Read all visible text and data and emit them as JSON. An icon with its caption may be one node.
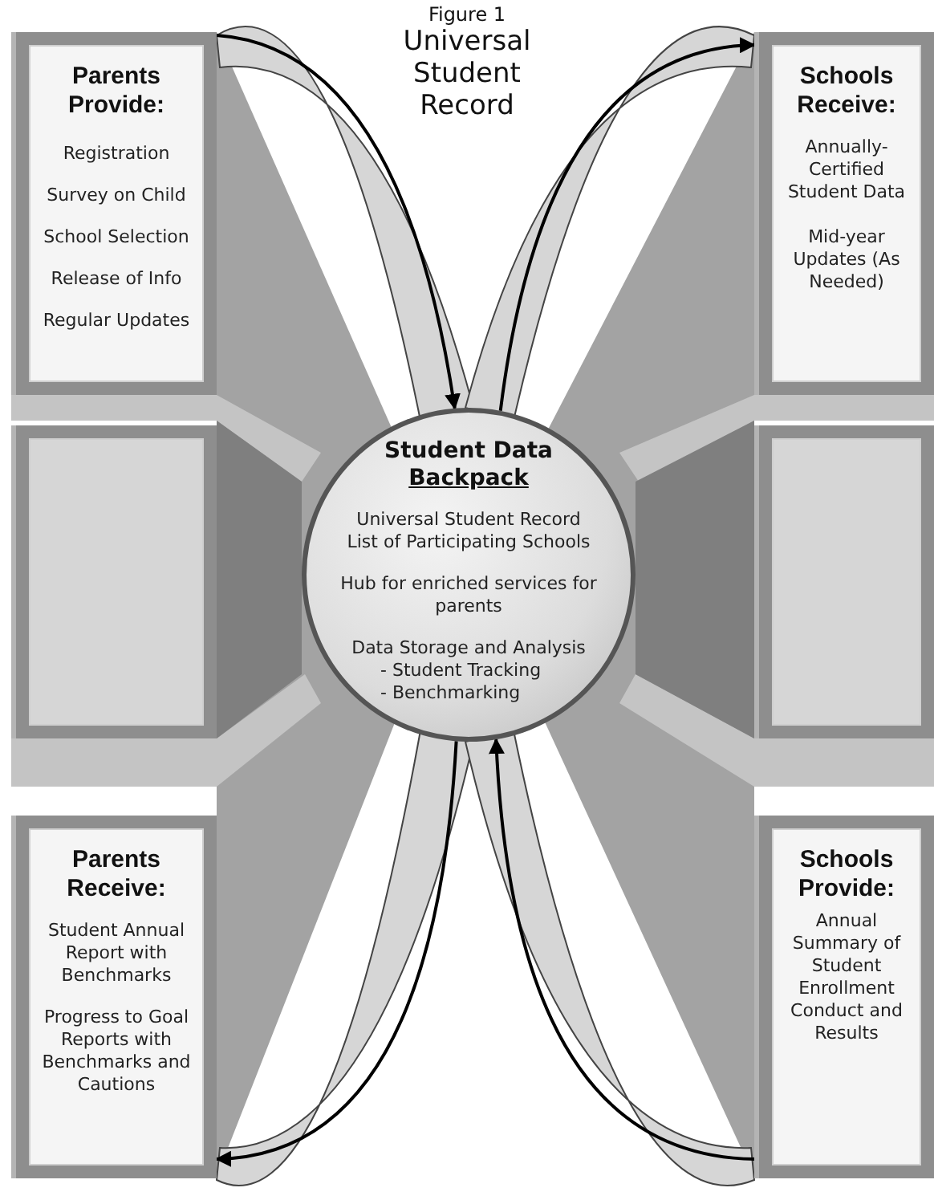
{
  "diagram": {
    "title": "Universal Student Record",
    "nodes": [
      {
        "text": [
          "Parents Provide:",
          "Registration",
          "Survey on Child",
          "School Selection",
          "Release of Info",
          "Regular Updates"
        ]
      },
      {
        "text": [
          "Schools Receive:",
          "Annually-Certified Student Data",
          "Mid-year Updates (As Needed)"
        ]
      },
      {
        "text": [],
        "shape": "box"
      },
      {
        "text": [
          "Student Data",
          "Backpack",
          "Universal Student Record",
          "List of Participating Schools",
          "Hub for enriched services for parents",
          "Data Storage and Analysis",
          "- Student Tracking",
          "- Benchmarking"
        ]
      },
      {
        "text": [],
        "shape": "box"
      },
      {
        "text": [
          "Parents Receive:",
          "Student Annual Report with Benchmarks",
          "Progress to Goal Reports with Benchmarks and Cautions"
        ]
      },
      {
        "text": [
          "Schools Provide:",
          "Annual Summary of Student Enrollment Conduct and Results"
        ]
      }
    ],
    "edges": [
      {
        "from": 0,
        "to": 3,
        "arrow": "to"
      },
      {
        "from": 3,
        "to": 1,
        "arrow": "to"
      },
      {
        "from": 3,
        "to": 5,
        "arrow": "to"
      },
      {
        "from": 6,
        "to": 3,
        "arrow": "to"
      }
    ],
    "labels": [
      "Figure 1"
    ]
  }
}
